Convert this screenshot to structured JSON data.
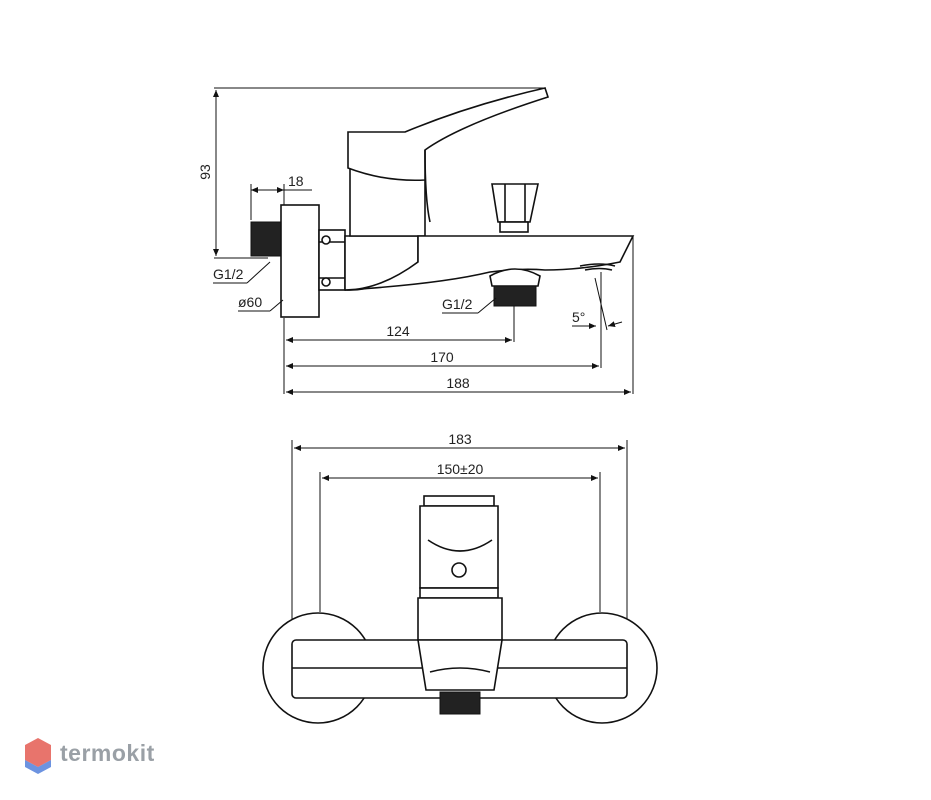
{
  "side_view": {
    "height": "93",
    "depth_18": "18",
    "thread_left": "G1/2",
    "diameter": "ø60",
    "thread_bottom": "G1/2",
    "angle": "5°",
    "len_124": "124",
    "len_170": "170",
    "len_188": "188"
  },
  "front_view": {
    "width": "183",
    "spacing": "150±20"
  },
  "watermark": {
    "brand": "termokit",
    "colors": {
      "red": "#e0453b",
      "blue": "#3b6fd6",
      "gray": "#9aa0a6"
    }
  }
}
